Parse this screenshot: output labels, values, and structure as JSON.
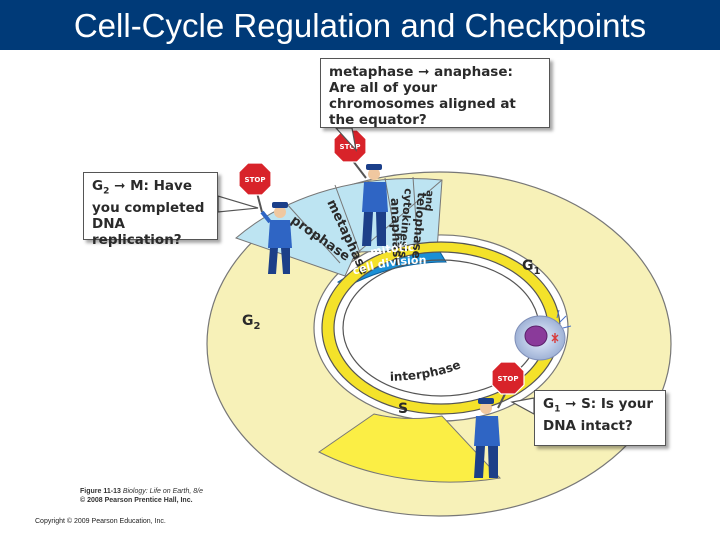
{
  "title": "Cell-Cycle Regulation and Checkpoints",
  "checkpoints": {
    "metaphase_anaphase": {
      "from": "metaphase",
      "to": "anaphase:",
      "question": "Are all of your chromosomes aligned at the equator?"
    },
    "g2_m": {
      "from_base": "G",
      "from_sub": "2",
      "to": "M:",
      "question_first": "Have",
      "question_rest": "you completed DNA replication?"
    },
    "g1_s": {
      "from_base": "G",
      "from_sub": "1",
      "to": "S:",
      "question_first": "Is your",
      "question_rest": "DNA intact?"
    }
  },
  "stop_sign": "STOP",
  "phases": {
    "mitotic_phases": [
      "prophase",
      "metaphase",
      "anaphase",
      "telophase and cytokinesis"
    ],
    "telophase_line1": "telophase",
    "telophase_line2": "and",
    "telophase_line3": "cytokinesis",
    "g1_base": "G",
    "g1_sub": "1",
    "g2_base": "G",
    "g2_sub": "2",
    "s": "S",
    "mitotic_line1": "mitotic",
    "mitotic_line2": "cell division",
    "interphase": "interphase"
  },
  "caption": {
    "figure": "Figure 11-13",
    "book": "Biology: Life on Earth, 8/e",
    "publisher_line1": "© 2008 Pearson Prentice Hall, Inc."
  },
  "copyright": "Copyright © 2009 Pearson Education, Inc.",
  "colors": {
    "title_bg": "#003a78",
    "outer_ring": "#f7f1b8",
    "s_phase": "#fbee45",
    "mitotic_light": "#bde4f2",
    "mitotic_blue": "#1a8fd6",
    "inner_yellow": "#f4e22a",
    "stop_red": "#d8232a"
  }
}
